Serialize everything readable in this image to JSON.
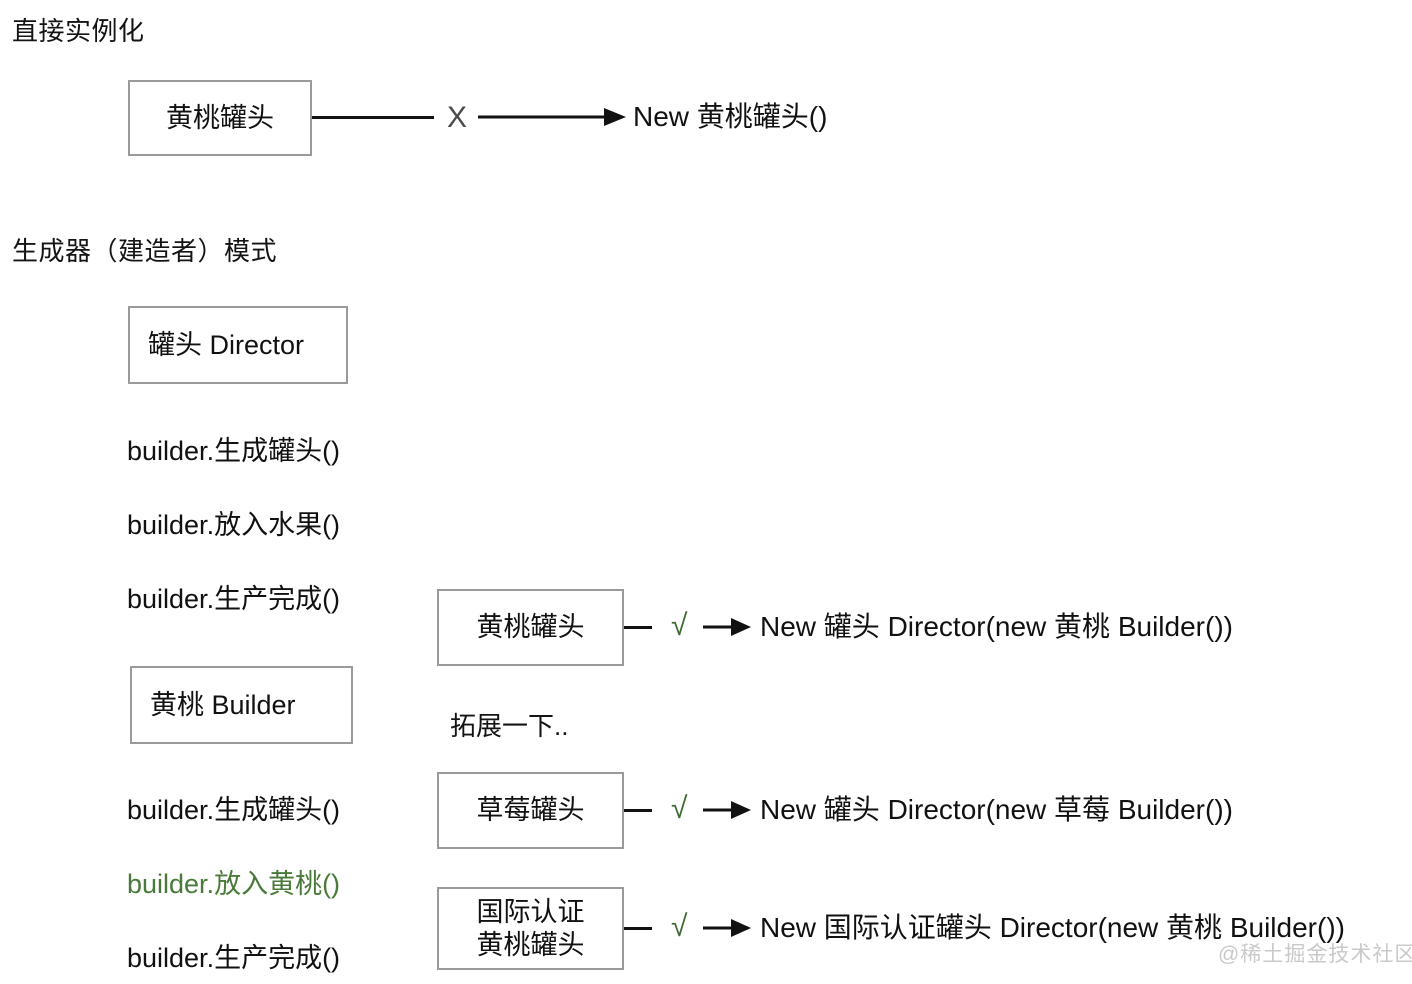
{
  "sections": [
    {
      "title": "直接实例化"
    },
    {
      "title": "生成器（建造者）模式"
    }
  ],
  "direct": {
    "box_label": "黄桃罐头",
    "marker": "X",
    "marker_kind": "cross",
    "result": "New 黄桃罐头()"
  },
  "builder": {
    "director_box": "罐头 Director",
    "director_methods": [
      "builder.生成罐头()",
      "builder.放入水果()",
      "builder.生产完成()"
    ],
    "concrete_box": "黄桃 Builder",
    "concrete_methods": [
      {
        "text": "builder.生成罐头()",
        "color": "#111111",
        "highlight": false
      },
      {
        "text": "builder.放入黄桃()",
        "color": "#4a7a3a",
        "highlight": true
      },
      {
        "text": "builder.生产完成()",
        "color": "#111111",
        "highlight": false
      }
    ]
  },
  "examples": {
    "note": "拓展一下..",
    "rows": [
      {
        "box_label": "黄桃罐头",
        "marker": "√",
        "result": "New 罐头 Director(new 黄桃 Builder())"
      },
      {
        "box_label": "草莓罐头",
        "marker": "√",
        "result": "New 罐头 Director(new 草莓 Builder())"
      },
      {
        "box_label": "国际认证\n黄桃罐头",
        "marker": "√",
        "result": "New 国际认证罐头 Director(new 黄桃 Builder())"
      }
    ]
  },
  "watermark": "@稀土掘金技术社区",
  "colors": {
    "box_border": "#9a9a9a",
    "text": "#111111",
    "green": "#4a7a3a",
    "check_green": "#3f6b32",
    "cross_gray": "#4a4a4a",
    "arrow": "#111111",
    "watermark": "#c9c9c9"
  }
}
